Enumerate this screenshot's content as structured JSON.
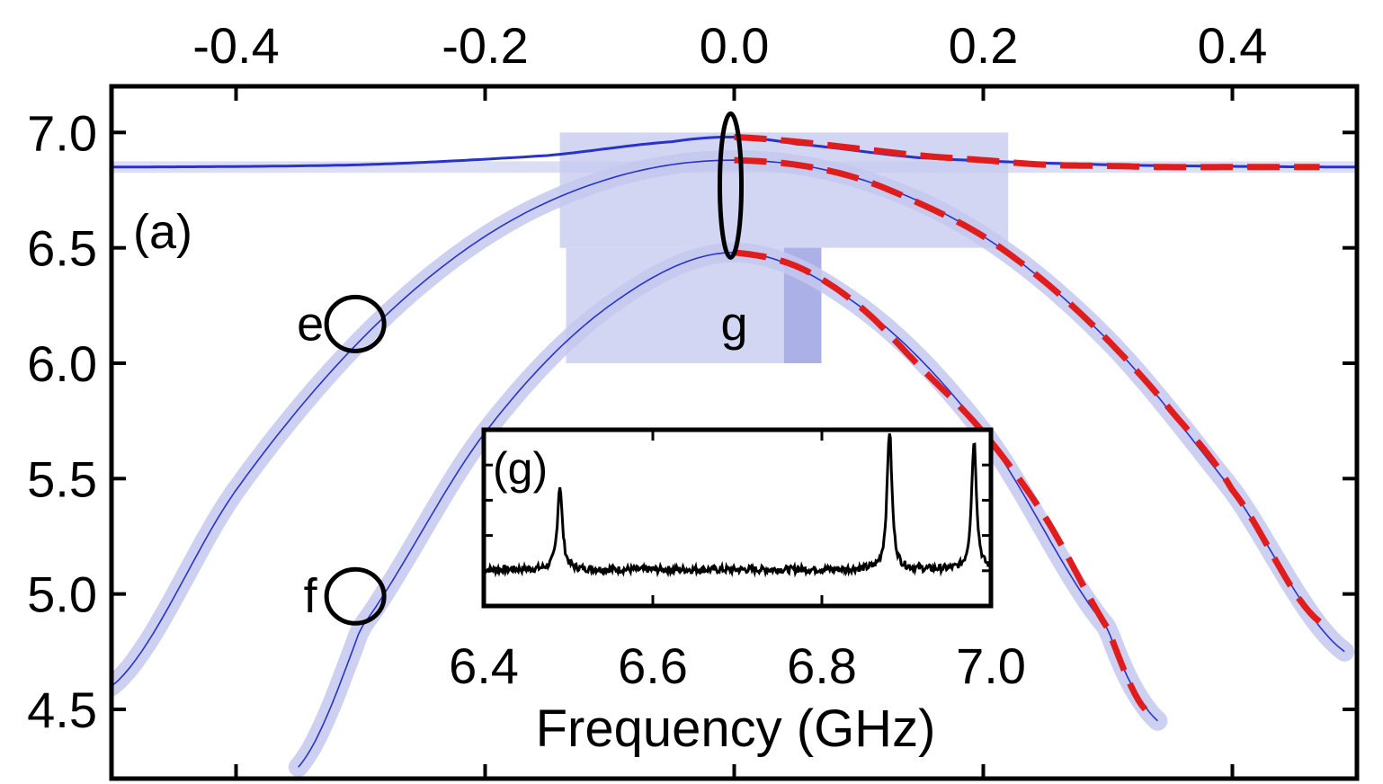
{
  "chart_data": [
    {
      "type": "line",
      "panel_label": "(a)",
      "x_ticks": [
        -0.4,
        -0.2,
        0.0,
        0.2,
        0.4
      ],
      "x_tick_labels": [
        "-0.4",
        "-0.2",
        "0.0",
        "0.2",
        "0.4"
      ],
      "y_ticks": [
        7.0,
        6.5,
        6.0,
        5.5,
        5.0,
        4.5
      ],
      "y_tick_labels": [
        "7.0",
        "6.5",
        "6.0",
        "5.5",
        "5.0",
        "4.5"
      ],
      "xlim": [
        -0.5,
        0.5
      ],
      "ylim": [
        4.2,
        7.2
      ],
      "x_axis_position": "top",
      "grid": false,
      "curves": [
        {
          "kind": "flat_branch",
          "values": {
            "x": [
              -0.5,
              -0.3,
              -0.15,
              -0.05,
              0.0,
              0.05,
              0.15,
              0.3,
              0.5
            ],
            "y": [
              6.85,
              6.86,
              6.9,
              6.96,
              6.98,
              6.95,
              6.89,
              6.86,
              6.85
            ]
          }
        },
        {
          "kind": "upper_parabola",
          "values": {
            "x": [
              -0.5,
              -0.4,
              -0.3,
              -0.2,
              -0.1,
              0.0,
              0.1,
              0.2,
              0.3,
              0.4,
              0.49
            ],
            "y": [
              4.6,
              5.45,
              6.1,
              6.55,
              6.8,
              6.88,
              6.8,
              6.55,
              6.1,
              5.45,
              4.75
            ]
          }
        },
        {
          "kind": "lower_parabola",
          "values": {
            "x": [
              -0.35,
              -0.3,
              -0.2,
              -0.1,
              0.0,
              0.1,
              0.2,
              0.3,
              0.34
            ],
            "y": [
              4.25,
              4.85,
              5.7,
              6.25,
              6.48,
              6.25,
              5.7,
              4.85,
              4.45
            ]
          }
        }
      ],
      "red_dashed_fits": [
        {
          "values": {
            "x": [
              0.0,
              0.05,
              0.1,
              0.15,
              0.2,
              0.25,
              0.3,
              0.35,
              0.4,
              0.47
            ],
            "y": [
              6.98,
              6.96,
              6.93,
              6.9,
              6.88,
              6.86,
              6.855,
              6.85,
              6.85,
              6.85
            ]
          }
        },
        {
          "values": {
            "x": [
              0.0,
              0.05,
              0.1,
              0.15,
              0.2,
              0.25,
              0.3,
              0.35,
              0.4,
              0.47
            ],
            "y": [
              6.88,
              6.86,
              6.8,
              6.69,
              6.55,
              6.35,
              6.1,
              5.8,
              5.45,
              4.88
            ]
          }
        },
        {
          "values": {
            "x": [
              0.0,
              0.05,
              0.1,
              0.15,
              0.2,
              0.25,
              0.3,
              0.33
            ],
            "y": [
              6.48,
              6.42,
              6.25,
              5.98,
              5.7,
              5.33,
              4.85,
              4.5
            ]
          }
        }
      ],
      "annotations": [
        {
          "text": "e",
          "x": -0.31,
          "y": 6.17
        },
        {
          "text": "f",
          "x": -0.31,
          "y": 4.99
        },
        {
          "text": "g",
          "x": 0.0,
          "y": 6.2
        }
      ],
      "colors": {
        "data": "#2a33c8",
        "band": "#c4c8ee",
        "fit": "#e01d1d",
        "axis": "#000000"
      }
    },
    {
      "type": "line",
      "panel_label": "(g)",
      "xlabel": "Frequency (GHz)",
      "x_ticks": [
        6.4,
        6.6,
        6.8,
        7.0
      ],
      "x_tick_labels": [
        "6.4",
        "6.6",
        "6.8",
        "7.0"
      ],
      "xlim": [
        6.4,
        7.0
      ],
      "ylim": [
        0,
        1
      ],
      "peaks": [
        {
          "x": 6.49,
          "height": 0.6
        },
        {
          "x": 6.88,
          "height": 1.0
        },
        {
          "x": 6.98,
          "height": 0.92
        }
      ],
      "baseline": 0.08
    }
  ]
}
